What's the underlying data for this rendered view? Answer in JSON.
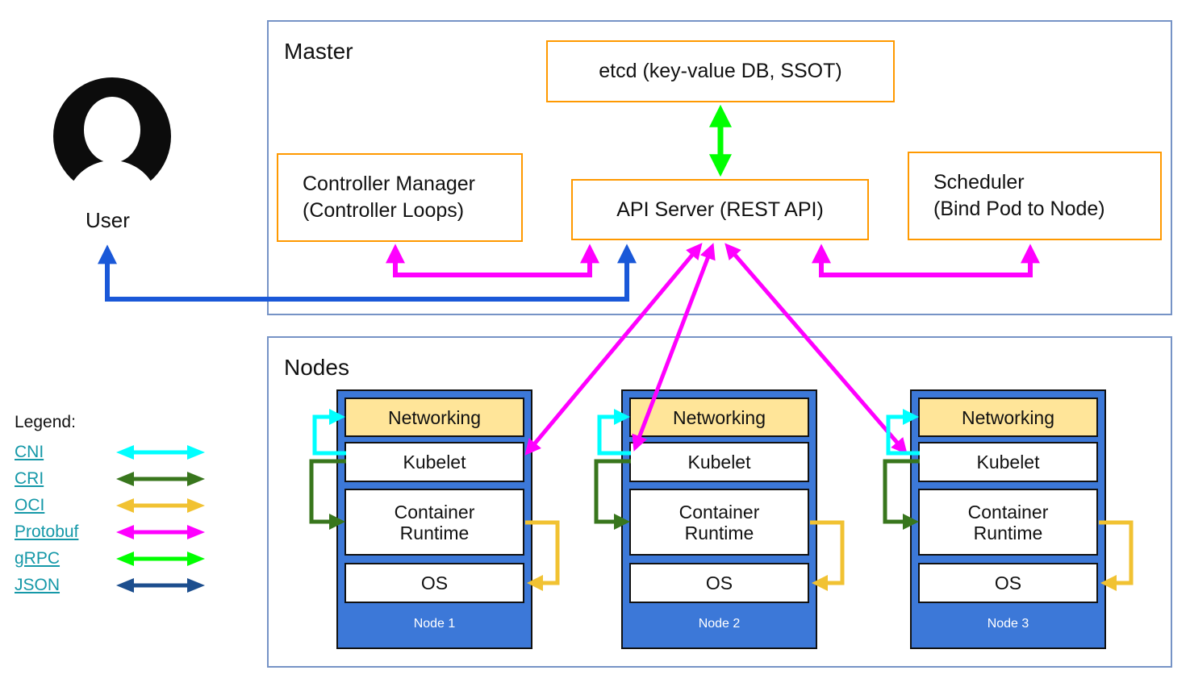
{
  "user": {
    "label": "User"
  },
  "master": {
    "title": "Master",
    "etcd": "etcd (key-value DB, SSOT)",
    "controller_manager": {
      "line1": "Controller Manager",
      "line2": "(Controller Loops)"
    },
    "api_server": "API Server (REST API)",
    "scheduler": {
      "line1": "Scheduler",
      "line2": "(Bind Pod to Node)"
    }
  },
  "nodes_section": {
    "title": "Nodes",
    "nodes": [
      {
        "name": "Node 1",
        "layers": [
          "Networking",
          "Kubelet",
          "Container Runtime",
          "OS"
        ]
      },
      {
        "name": "Node 2",
        "layers": [
          "Networking",
          "Kubelet",
          "Container Runtime",
          "OS"
        ]
      },
      {
        "name": "Node 3",
        "layers": [
          "Networking",
          "Kubelet",
          "Container Runtime",
          "OS"
        ]
      }
    ]
  },
  "legend": {
    "title": "Legend:",
    "items": [
      {
        "label": "CNI",
        "color": "#00ffff"
      },
      {
        "label": "CRI",
        "color": "#38761d"
      },
      {
        "label": "OCI",
        "color": "#f1c232"
      },
      {
        "label": "Protobuf",
        "color": "#ff00ff"
      },
      {
        "label": "gRPC",
        "color": "#00ff00"
      },
      {
        "label": "JSON",
        "color": "#1c4e8e"
      }
    ]
  },
  "colors": {
    "orange_box_border": "#ff9900",
    "section_frame_border": "#7693c6",
    "node_fill": "#3c78d8",
    "networking_fill": "#ffe599",
    "user_json_arrow": "#1a58d8",
    "grpc_arrow": "#00ff00",
    "protobuf_arrow": "#ff00ff",
    "cni_arrow": "#00ffff",
    "cri_arrow": "#38761d",
    "oci_arrow": "#f1c232",
    "legend_link": "#1598a8"
  }
}
